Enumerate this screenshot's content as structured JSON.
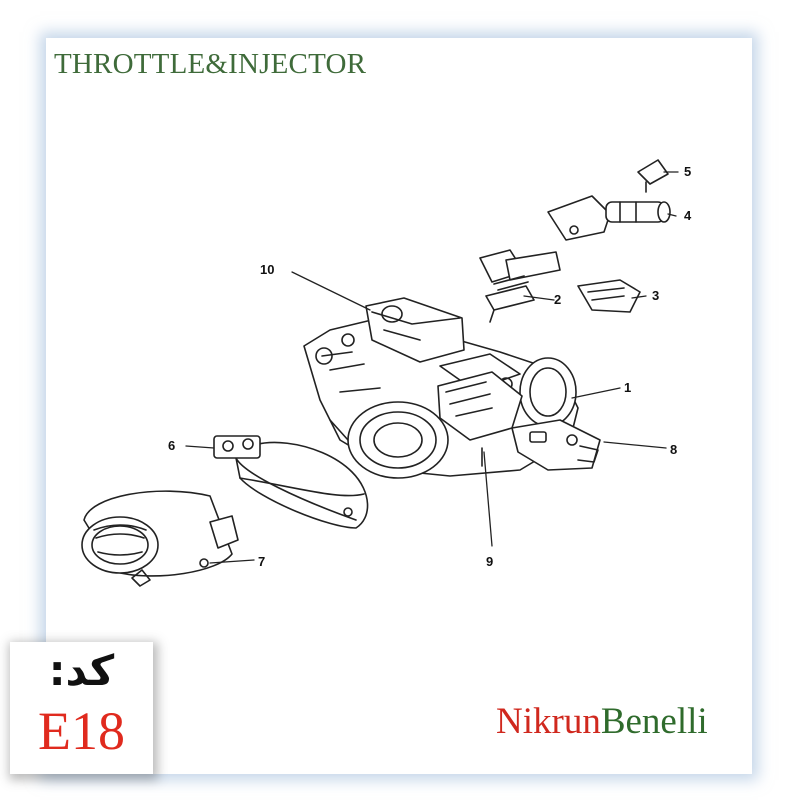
{
  "title": "THROTTLE&INJECTOR",
  "callouts": [
    "1",
    "2",
    "3",
    "4",
    "5",
    "6",
    "7",
    "8",
    "9",
    "10"
  ],
  "code": {
    "label": "کد:",
    "value": "E18"
  },
  "brand": {
    "part1": "Nikrun",
    "part2": "Benelli"
  },
  "colors": {
    "title": "#3f6b3a",
    "code_value": "#e02a1e",
    "brand_red": "#d0281e",
    "brand_green": "#2f6b2c",
    "frame_glow": "#96b4d7"
  }
}
